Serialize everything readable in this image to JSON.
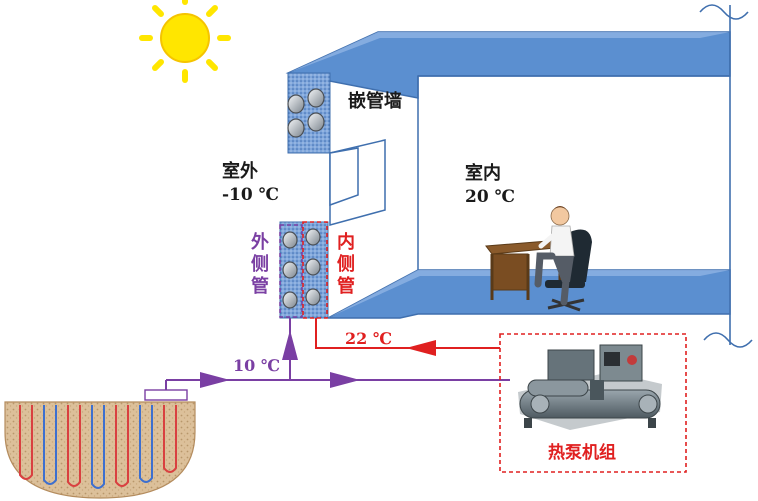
{
  "labels": {
    "embedded_wall": "嵌管墙",
    "outdoor": "室外",
    "outdoor_temp": "-10 ℃",
    "indoor": "室内",
    "indoor_temp": "20 ℃",
    "outer_pipe": "外侧管",
    "inner_pipe": "内侧管",
    "supply_temp": "22 ℃",
    "ground_temp": "10 ℃",
    "heat_pump": "热泵机组"
  },
  "colors": {
    "wall_fill": "#5b8fd0",
    "wall_fill_light": "#8fb3e4",
    "wall_stroke": "#3f6fae",
    "purple": "#7a3fa3",
    "red": "#e02020",
    "sun": "#ffe600",
    "ground": "#d8b98f",
    "text": "#1a1a1a"
  },
  "icons": [
    "sun-icon",
    "person-at-desk-icon",
    "heat-pump-unit-icon",
    "ground-borehole-icon"
  ]
}
